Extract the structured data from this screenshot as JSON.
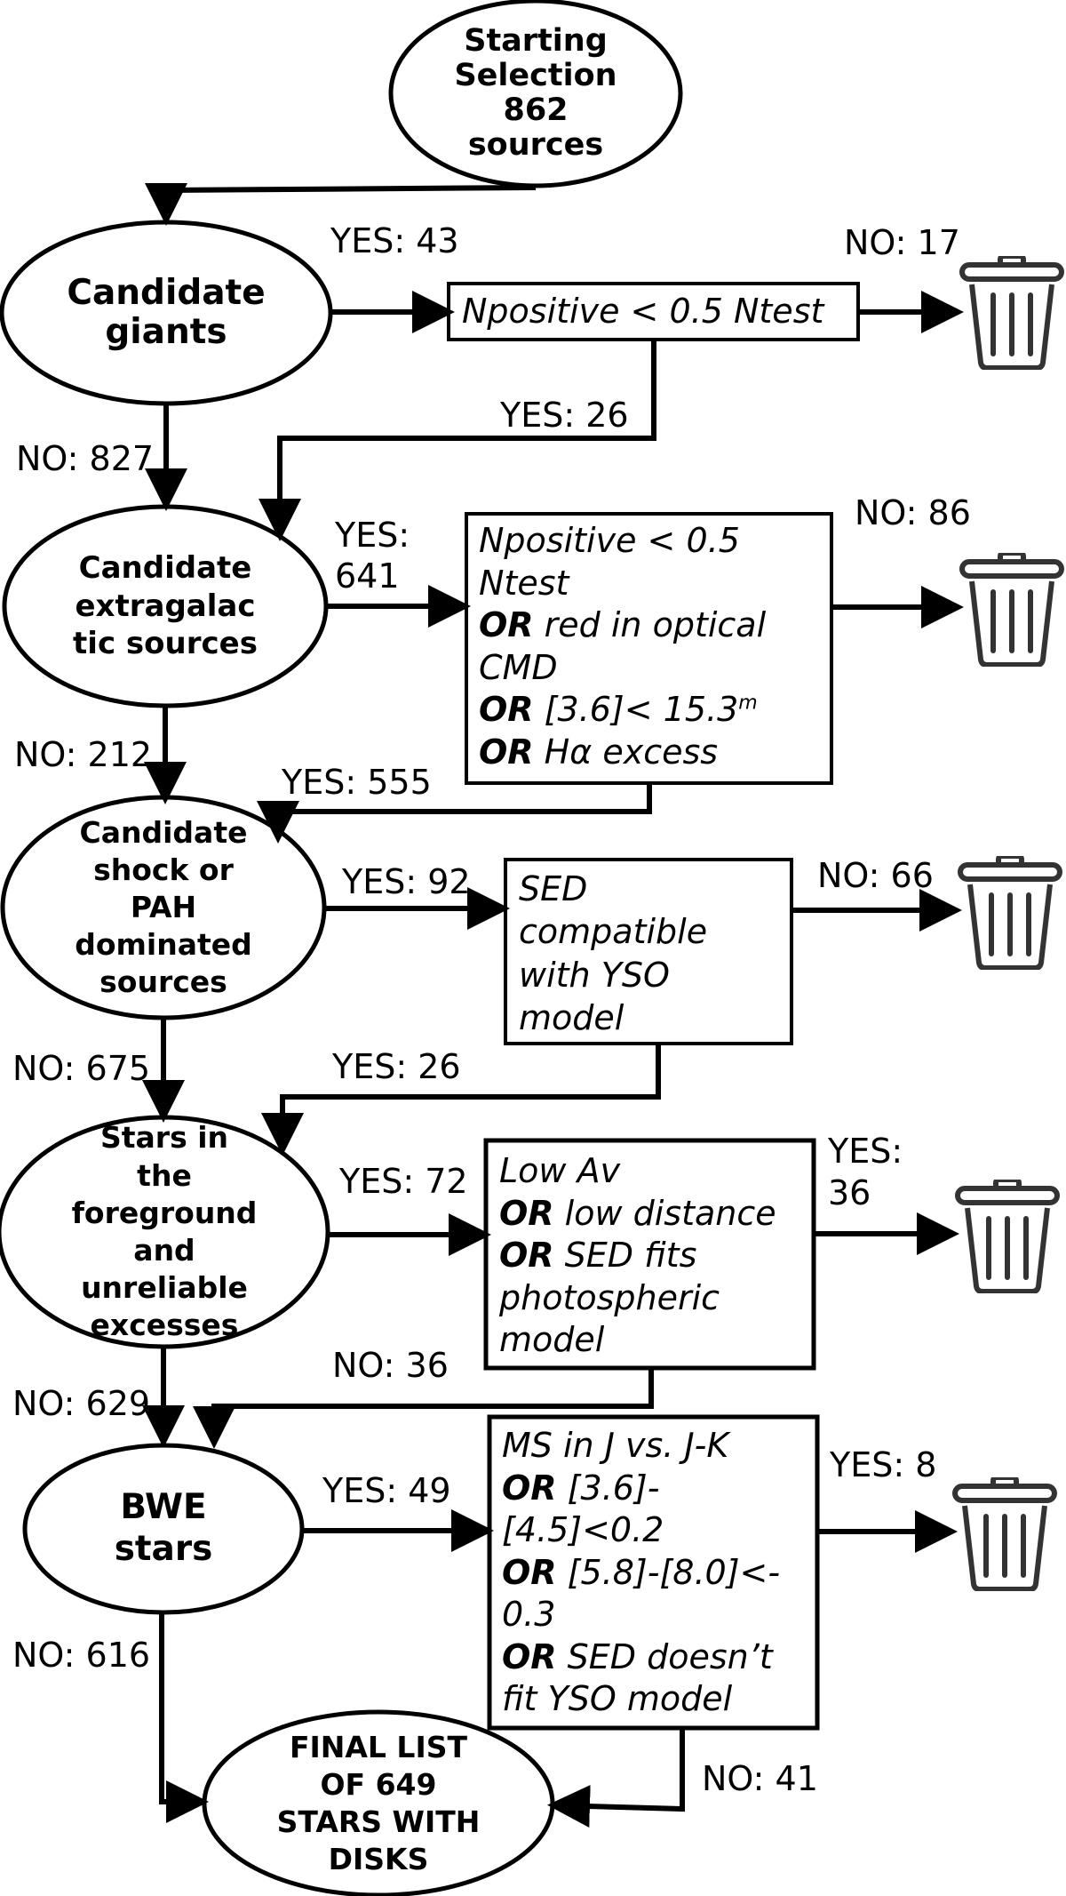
{
  "nodes": {
    "start": {
      "lines": [
        "Starting",
        "Selection",
        "862",
        "sources"
      ]
    },
    "giants": {
      "lines": [
        "Candidate",
        "giants"
      ]
    },
    "extragalactic": {
      "lines": [
        "Candidate",
        "extragalac",
        "tic sources"
      ]
    },
    "shock": {
      "lines": [
        "Candidate",
        "shock or",
        "PAH",
        "dominated",
        "sources"
      ]
    },
    "foreground": {
      "lines": [
        "Stars in",
        "the",
        "foreground",
        "and",
        "unreliable",
        "excesses"
      ]
    },
    "bwe": {
      "lines": [
        "BWE",
        "stars"
      ]
    },
    "final": {
      "lines": [
        "FINAL LIST",
        "OF 649",
        "STARS WITH",
        "DISKS"
      ]
    }
  },
  "boxes": {
    "box1": {
      "line1": "Npositive < 0.5 Ntest"
    },
    "box2": {
      "l1": "Npositive < 0.5",
      "l2": "Ntest",
      "or1": "OR",
      "l3": " red in optical",
      "l4": "CMD",
      "or2": "OR",
      "l5": " [3.6]< 15.3",
      "l5_sup": "m",
      "or3": "OR",
      "l6": " Hα excess"
    },
    "box3": {
      "l1": "SED",
      "l2": "compatible",
      "l3": "with YSO",
      "l4": "model"
    },
    "box4": {
      "l1": "Low Av",
      "or1": "OR",
      "l2": " low distance",
      "or2": "OR",
      "l3": " SED fits",
      "l4": "photospheric",
      "l5": "model"
    },
    "box5": {
      "l1": "MS in J vs. J-K",
      "or1": "OR",
      "l2": " [3.6]-",
      "l3": "[4.5]<0.2",
      "or2": "OR",
      "l4": " [5.8]-[8.0]<-",
      "l5": "0.3",
      "or3": "OR",
      "l6": " SED doesn’t",
      "l7": "fit YSO model"
    }
  },
  "labels": {
    "giants_yes": "YES: 43",
    "box1_no": "NO: 17",
    "box1_yes": "YES: 26",
    "giants_no": "NO: 827",
    "extra_yes_1": "YES:",
    "extra_yes_2": "641",
    "box2_no": "NO: 86",
    "extra_no": "NO: 212",
    "box2_yes": "YES: 555",
    "shock_yes": "YES: 92",
    "box3_no": "NO: 66",
    "shock_no": "NO: 675",
    "box3_yes": "YES: 26",
    "fg_yes": "YES: 72",
    "box4_yes_1": "YES:",
    "box4_yes_2": "36",
    "box4_no": "NO: 36",
    "fg_no": "NO: 629",
    "bwe_yes": "YES: 49",
    "box5_yes": "YES: 8",
    "bwe_no": "NO: 616",
    "box5_no": "NO: 41"
  },
  "icons": [
    "trash-icon"
  ]
}
